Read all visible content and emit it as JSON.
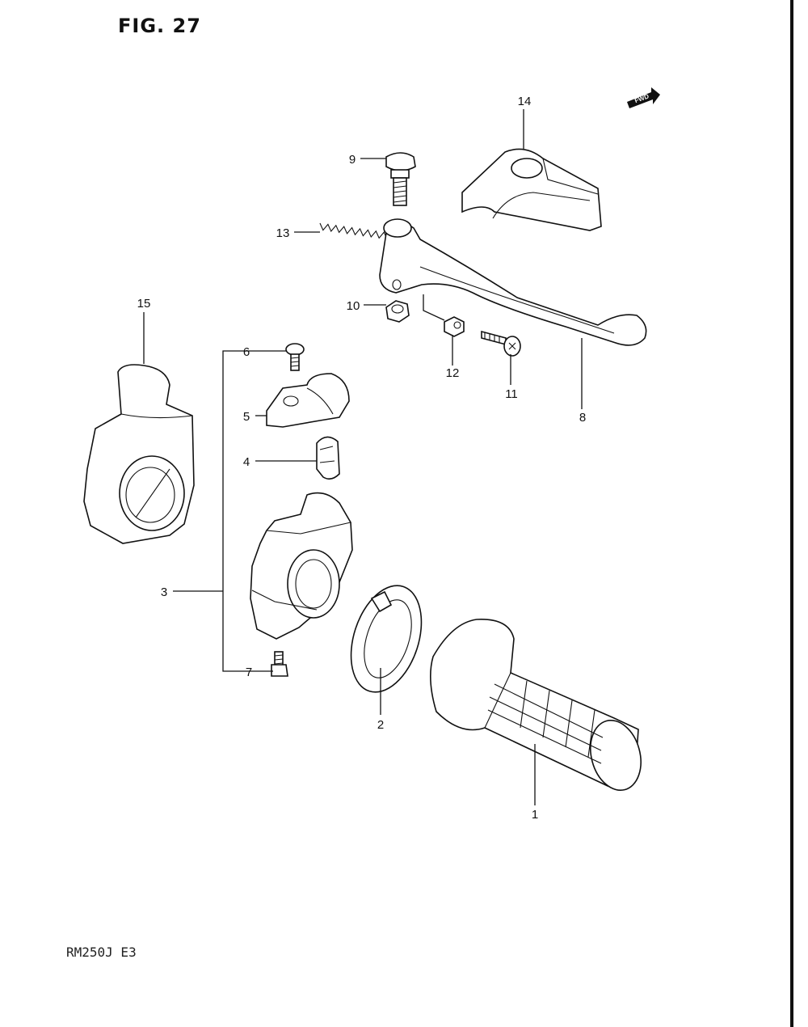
{
  "figure": {
    "title": "FIG. 27",
    "model_code": "RM250J  E3"
  },
  "direction_badge": "FWD",
  "callouts": [
    {
      "number": "1",
      "part": "grip"
    },
    {
      "number": "2",
      "part": "ring"
    },
    {
      "number": "3",
      "part": "lever-holder-assembly"
    },
    {
      "number": "4",
      "part": "cable-clip"
    },
    {
      "number": "5",
      "part": "holder-clamp"
    },
    {
      "number": "6",
      "part": "clamp-screw"
    },
    {
      "number": "7",
      "part": "holder-screw"
    },
    {
      "number": "8",
      "part": "clutch-lever"
    },
    {
      "number": "9",
      "part": "pivot-bolt"
    },
    {
      "number": "10",
      "part": "pivot-nut"
    },
    {
      "number": "11",
      "part": "adjuster-screw"
    },
    {
      "number": "12",
      "part": "adjuster-nut"
    },
    {
      "number": "13",
      "part": "spring"
    },
    {
      "number": "14",
      "part": "lever-cover"
    },
    {
      "number": "15",
      "part": "holder-cover"
    }
  ]
}
